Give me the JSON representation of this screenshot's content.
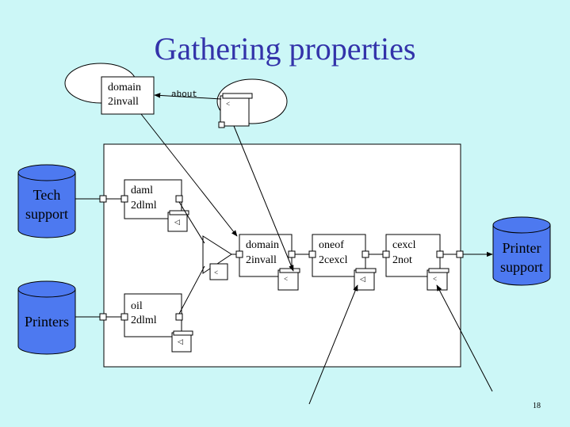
{
  "slide": {
    "title": "Gathering properties",
    "page_number": "18"
  },
  "edge_labels": {
    "about": "about"
  },
  "databases": {
    "tech_support": [
      "Tech",
      "support"
    ],
    "printers": [
      "Printers"
    ],
    "printer_support": [
      "Printer",
      "support"
    ]
  },
  "components": {
    "top_domain": [
      "domain",
      "2invall"
    ],
    "daml": [
      "daml",
      "2dlml"
    ],
    "oil": [
      "oil",
      "2dlml"
    ],
    "domain": [
      "domain",
      "2invall"
    ],
    "oneof": [
      "oneof",
      "2cexcl"
    ],
    "cexcl": [
      "cexcl",
      "2not"
    ]
  },
  "icons": {
    "scroll": "scroll-icon",
    "merge": "triangle-merge-icon"
  },
  "colors": {
    "background": "#ccf7f7",
    "title": "#3333aa",
    "database": "#4d79f0"
  }
}
